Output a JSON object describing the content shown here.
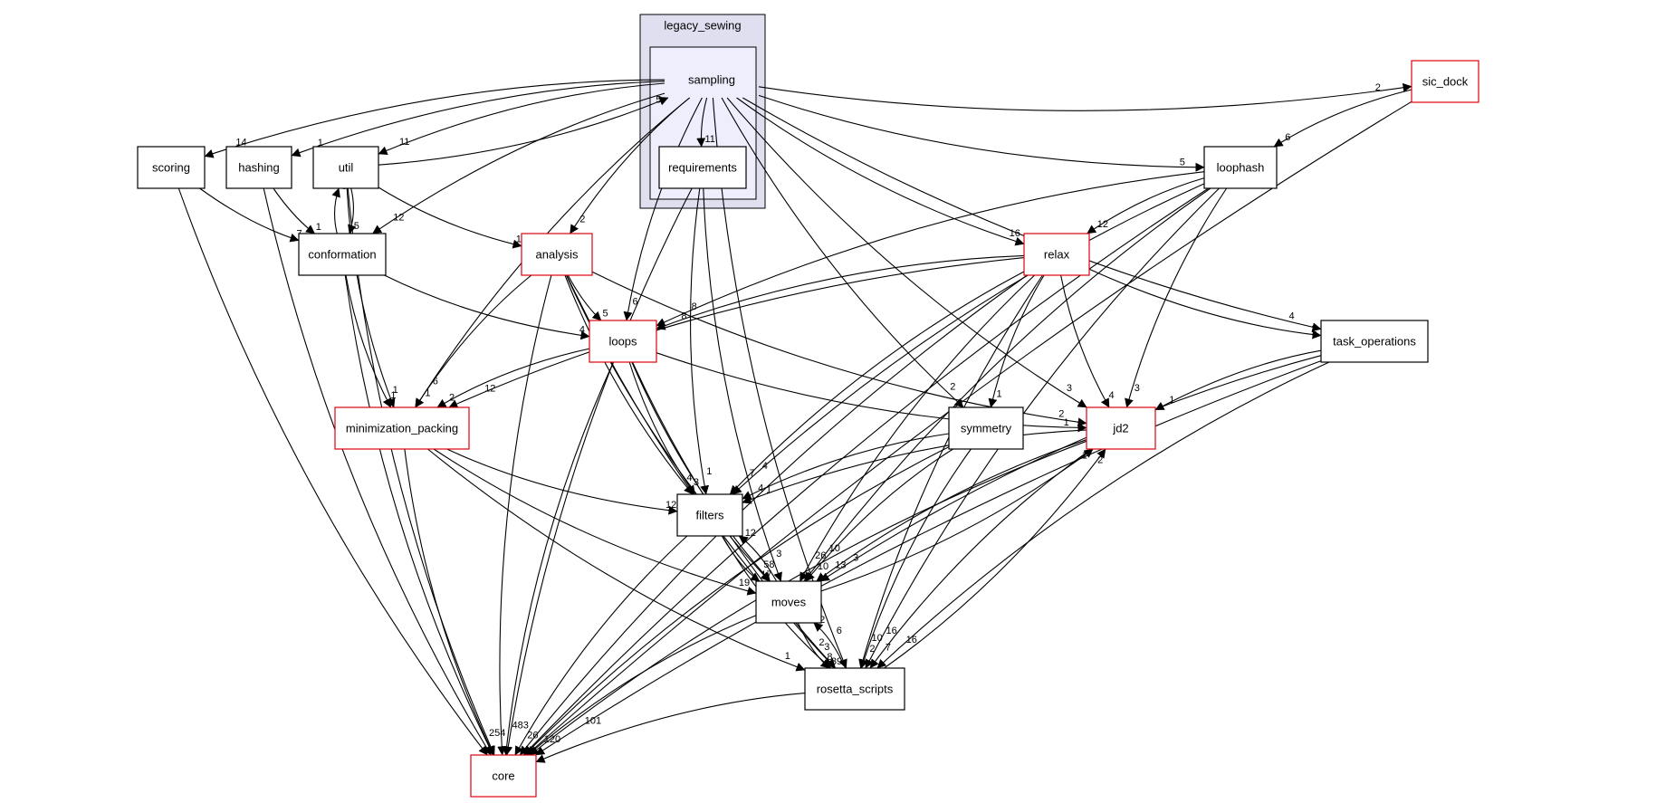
{
  "clusters": {
    "outer": {
      "label": "legacy_sewing",
      "fill": "#dfdff0",
      "stroke": "#000000"
    },
    "inner": {
      "fill": "#eeeefc",
      "stroke": "#000000"
    }
  },
  "nodes": {
    "sampling": {
      "label": "sampling",
      "border": "#000000"
    },
    "requirements": {
      "label": "requirements",
      "border": "#000000"
    },
    "sic_dock": {
      "label": "sic_dock",
      "border": "#e0000e"
    },
    "scoring": {
      "label": "scoring",
      "border": "#000000"
    },
    "hashing": {
      "label": "hashing",
      "border": "#000000"
    },
    "util": {
      "label": "util",
      "border": "#000000"
    },
    "conformation": {
      "label": "conformation",
      "border": "#000000"
    },
    "analysis": {
      "label": "analysis",
      "border": "#e0000e"
    },
    "loops": {
      "label": "loops",
      "border": "#e0000e"
    },
    "minimization_packing": {
      "label": "minimization_packing",
      "border": "#e0000e"
    },
    "loophash": {
      "label": "loophash",
      "border": "#000000"
    },
    "relax": {
      "label": "relax",
      "border": "#e0000e"
    },
    "task_operations": {
      "label": "task_operations",
      "border": "#000000"
    },
    "symmetry": {
      "label": "symmetry",
      "border": "#000000"
    },
    "jd2": {
      "label": "jd2",
      "border": "#e0000e"
    },
    "filters": {
      "label": "filters",
      "border": "#000000"
    },
    "moves": {
      "label": "moves",
      "border": "#000000"
    },
    "rosetta_scripts": {
      "label": "rosetta_scripts",
      "border": "#000000"
    },
    "core": {
      "label": "core",
      "border": "#e0000e"
    }
  },
  "edges": [
    {
      "from": "sampling",
      "to": "sic_dock",
      "label": "2"
    },
    {
      "from": "sampling",
      "to": "requirements",
      "label": "11"
    },
    {
      "from": "sampling",
      "to": "scoring",
      "label": "14"
    },
    {
      "from": "sampling",
      "to": "hashing",
      "label": "1"
    },
    {
      "from": "sampling",
      "to": "util",
      "label": "11"
    },
    {
      "from": "util",
      "to": "sampling",
      "label": "5"
    },
    {
      "from": "sampling",
      "to": "loophash",
      "label": "5"
    },
    {
      "from": "sampling",
      "to": "relax",
      "label": "16"
    },
    {
      "from": "sampling",
      "to": "analysis",
      "label": "2"
    },
    {
      "from": "sampling",
      "to": "loops",
      "label": "6"
    },
    {
      "from": "sampling",
      "to": "minimization_packing",
      "label": "6"
    },
    {
      "from": "sampling",
      "to": "symmetry",
      "label": "2"
    },
    {
      "from": "sampling",
      "to": "jd2",
      "label": "3"
    },
    {
      "from": "sampling",
      "to": "task_operations",
      "label": "4"
    },
    {
      "from": "sampling",
      "to": "rosetta_scripts",
      "label": "6"
    },
    {
      "from": "sampling",
      "to": "conformation",
      "label": "12"
    },
    {
      "from": "requirements",
      "to": "filters",
      "label": "1"
    },
    {
      "from": "requirements",
      "to": "moves",
      "label": "3"
    },
    {
      "from": "requirements",
      "to": "core",
      "label": ""
    },
    {
      "from": "sic_dock",
      "to": "loophash",
      "label": "6"
    },
    {
      "from": "sic_dock",
      "to": "core",
      "label": ""
    },
    {
      "from": "scoring",
      "to": "conformation",
      "label": "7"
    },
    {
      "from": "scoring",
      "to": "core",
      "label": ""
    },
    {
      "from": "hashing",
      "to": "conformation",
      "label": "1"
    },
    {
      "from": "hashing",
      "to": "core",
      "label": ""
    },
    {
      "from": "util",
      "to": "conformation",
      "label": "5"
    },
    {
      "from": "conformation",
      "to": "util",
      "label": "5"
    },
    {
      "from": "util",
      "to": "analysis",
      "label": "1"
    },
    {
      "from": "util",
      "to": "minimization_packing",
      "label": "1"
    },
    {
      "from": "util",
      "to": "core",
      "label": ""
    },
    {
      "from": "conformation",
      "to": "loops",
      "label": "4"
    },
    {
      "from": "conformation",
      "to": "minimization_packing",
      "label": "1"
    },
    {
      "from": "conformation",
      "to": "core",
      "label": ""
    },
    {
      "from": "analysis",
      "to": "loops",
      "label": "5"
    },
    {
      "from": "analysis",
      "to": "minimization_packing",
      "label": "1"
    },
    {
      "from": "analysis",
      "to": "filters",
      "label": "4"
    },
    {
      "from": "analysis",
      "to": "moves",
      "label": ""
    },
    {
      "from": "analysis",
      "to": "rosetta_scripts",
      "label": "2"
    },
    {
      "from": "analysis",
      "to": "jd2",
      "label": "2"
    },
    {
      "from": "analysis",
      "to": "core",
      "label": ""
    },
    {
      "from": "loops",
      "to": "minimization_packing",
      "label": "2"
    },
    {
      "from": "loops",
      "to": "filters",
      "label": "3"
    },
    {
      "from": "loops",
      "to": "moves",
      "label": "58"
    },
    {
      "from": "loops",
      "to": "jd2",
      "label": "1"
    },
    {
      "from": "loops",
      "to": "rosetta_scripts",
      "label": "3"
    },
    {
      "from": "loops",
      "to": "core",
      "label": "483"
    },
    {
      "from": "loophash",
      "to": "relax",
      "label": "12"
    },
    {
      "from": "loophash",
      "to": "loops",
      "label": "8"
    },
    {
      "from": "loophash",
      "to": "jd2",
      "label": "3"
    },
    {
      "from": "loophash",
      "to": "filters",
      "label": "4"
    },
    {
      "from": "loophash",
      "to": "moves",
      "label": "10"
    },
    {
      "from": "loophash",
      "to": "rosetta_scripts",
      "label": "16"
    },
    {
      "from": "loophash",
      "to": "core",
      "label": ""
    },
    {
      "from": "relax",
      "to": "loops",
      "label": "8"
    },
    {
      "from": "relax",
      "to": "minimization_packing",
      "label": "12"
    },
    {
      "from": "relax",
      "to": "task_operations",
      "label": "2"
    },
    {
      "from": "relax",
      "to": "symmetry",
      "label": "1"
    },
    {
      "from": "relax",
      "to": "jd2",
      "label": "4"
    },
    {
      "from": "relax",
      "to": "filters",
      "label": "7"
    },
    {
      "from": "relax",
      "to": "moves",
      "label": "26"
    },
    {
      "from": "relax",
      "to": "rosetta_scripts",
      "label": "10"
    },
    {
      "from": "relax",
      "to": "core",
      "label": ""
    },
    {
      "from": "task_operations",
      "to": "jd2",
      "label": "1"
    },
    {
      "from": "task_operations",
      "to": "moves",
      "label": "3"
    },
    {
      "from": "task_operations",
      "to": "rosetta_scripts",
      "label": "16"
    },
    {
      "from": "task_operations",
      "to": "core",
      "label": "101"
    },
    {
      "from": "symmetry",
      "to": "filters",
      "label": "4"
    },
    {
      "from": "symmetry",
      "to": "moves",
      "label": "10"
    },
    {
      "from": "symmetry",
      "to": "rosetta_scripts",
      "label": "2"
    },
    {
      "from": "symmetry",
      "to": "core",
      "label": ""
    },
    {
      "from": "minimization_packing",
      "to": "filters",
      "label": "12"
    },
    {
      "from": "minimization_packing",
      "to": "moves",
      "label": "19"
    },
    {
      "from": "minimization_packing",
      "to": "rosetta_scripts",
      "label": "1"
    },
    {
      "from": "minimization_packing",
      "to": "core",
      "label": "254"
    },
    {
      "from": "jd2",
      "to": "filters",
      "label": "1"
    },
    {
      "from": "jd2",
      "to": "moves",
      "label": "13"
    },
    {
      "from": "moves",
      "to": "jd2",
      "label": "1"
    },
    {
      "from": "jd2",
      "to": "rosetta_scripts",
      "label": "7"
    },
    {
      "from": "rosetta_scripts",
      "to": "jd2",
      "label": "2"
    },
    {
      "from": "jd2",
      "to": "core",
      "label": ""
    },
    {
      "from": "filters",
      "to": "moves",
      "label": "17"
    },
    {
      "from": "moves",
      "to": "filters",
      "label": "12"
    },
    {
      "from": "filters",
      "to": "rosetta_scripts",
      "label": "8"
    },
    {
      "from": "filters",
      "to": "core",
      "label": "26"
    },
    {
      "from": "moves",
      "to": "rosetta_scripts",
      "label": "39"
    },
    {
      "from": "rosetta_scripts",
      "to": "moves",
      "label": "2"
    },
    {
      "from": "moves",
      "to": "core",
      "label": "120"
    },
    {
      "from": "rosetta_scripts",
      "to": "core",
      "label": ""
    }
  ]
}
